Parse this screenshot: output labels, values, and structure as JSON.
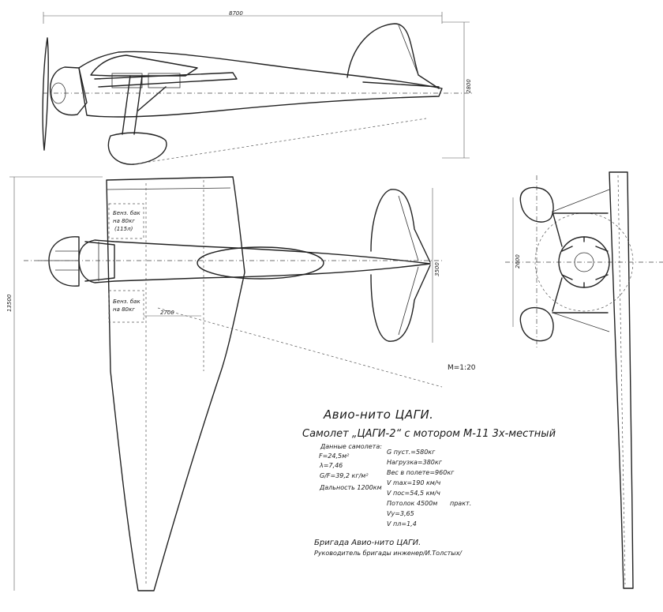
{
  "dimensions": {
    "top_span": "8700",
    "side_height": "2800",
    "wingspan": "13500",
    "tail_span": "3500",
    "front_track": "2600",
    "tank_width": "2700"
  },
  "tanks": {
    "upper": [
      "Бенз. бак",
      "на 80кг",
      "(115л)"
    ],
    "lower": [
      "Бенз. бак",
      "на 80кг"
    ]
  },
  "scale": "М=1:20",
  "title": "Авио-нито ЦАГИ.",
  "subtitle": "Самолет „ЦАГИ-2“ с мотором М-11 3х-местный",
  "data_heading": "Данные самолета:",
  "left_data": [
    "F=24,5м²",
    "λ=7,46",
    "G/F=39,2 кг/м²",
    "Дальность 1200км"
  ],
  "right_data": [
    "G пуст.=580кг",
    "Нагрузка=380кг",
    "Вес в полете=960кг",
    "V max=190 км/ч",
    "V пос=54,5 км/ч",
    "Потолок 4500м",
    "Vy=3,65",
    "V пл=1,4"
  ],
  "ceiling_note": "практ.",
  "brigade": "Бригада Авио-нито ЦАГИ.",
  "leader": "Руководитель бригады инженер/И.Толстых/"
}
